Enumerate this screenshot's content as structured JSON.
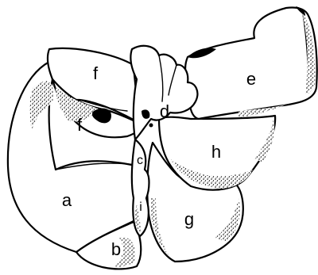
{
  "labels": {
    "a": "a",
    "b": "b",
    "c": "c",
    "d": "d",
    "e": "e",
    "f_upper": "f",
    "f_lower": "f",
    "g": "g",
    "h": "h",
    "i": "i"
  }
}
